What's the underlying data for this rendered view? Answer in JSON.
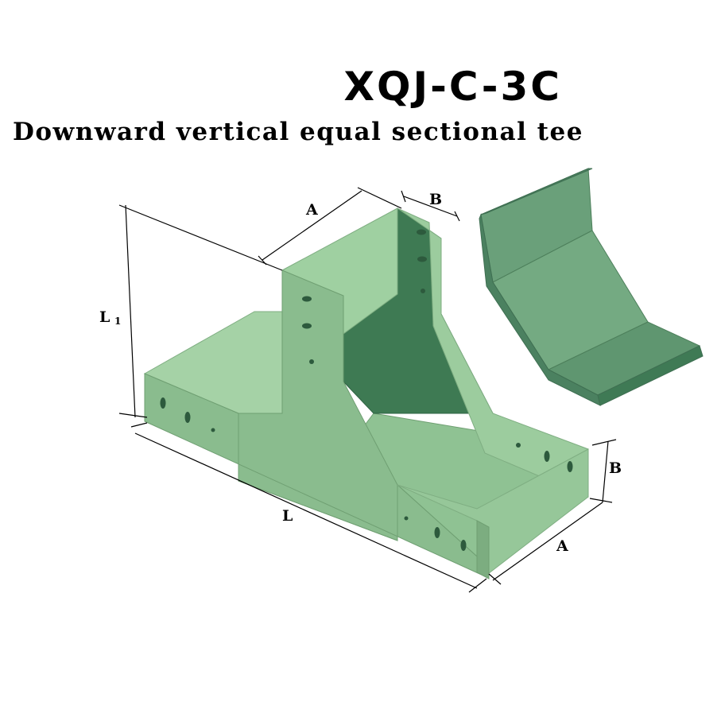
{
  "header": {
    "model": "XQJ-C-3C",
    "description": "Downward vertical equal sectional tee"
  },
  "dimensions": {
    "top_width": "A",
    "top_side": "B",
    "height": "L",
    "height_sub": "1",
    "length": "L",
    "right_side": "B",
    "bottom_width": "A"
  },
  "colors": {
    "light": "#9ccc9e",
    "mid": "#86b98a",
    "dark": "#3f7a55",
    "darker": "#4f8762",
    "separate_piece": "#6aa07a",
    "line": "#000000"
  }
}
